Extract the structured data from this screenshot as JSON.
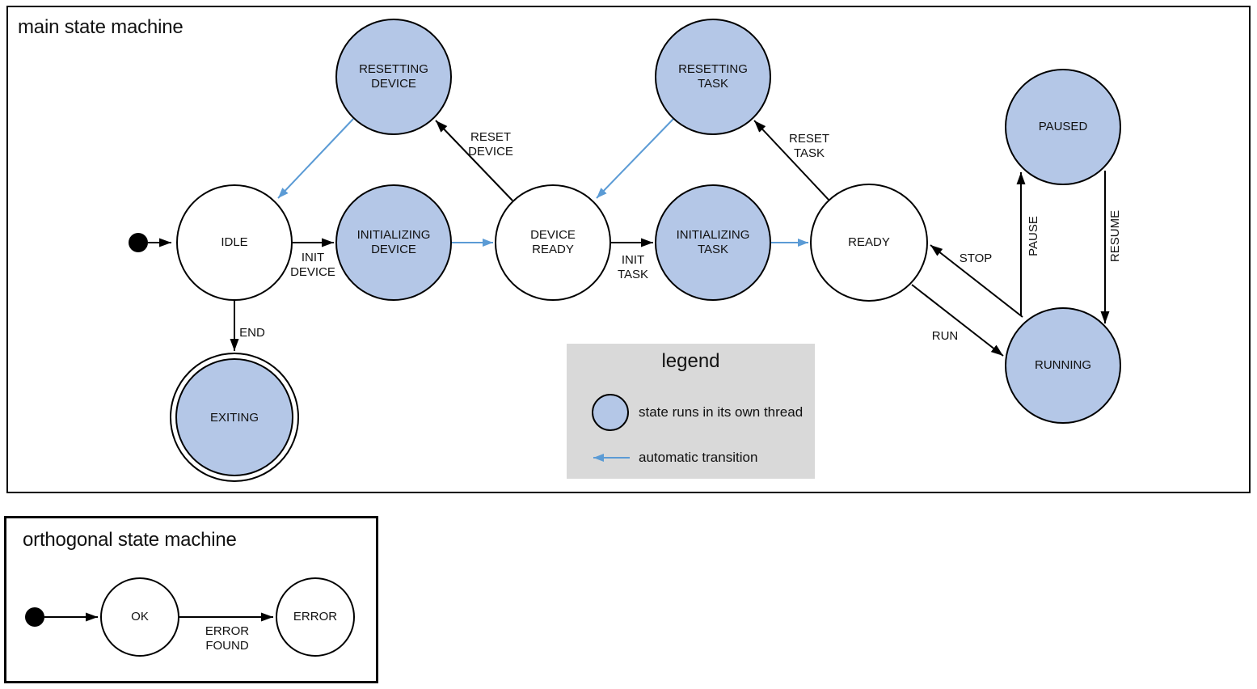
{
  "main_machine": {
    "title": "main state machine",
    "states": {
      "idle": "IDLE",
      "resetting_device": "RESETTING\nDEVICE",
      "initializing_device": "INITIALIZING\nDEVICE",
      "device_ready": "DEVICE\nREADY",
      "resetting_task": "RESETTING\nTASK",
      "initializing_task": "INITIALIZING\nTASK",
      "ready": "READY",
      "paused": "PAUSED",
      "running": "RUNNING",
      "exiting": "EXITING"
    },
    "transitions": {
      "init_device": "INIT\nDEVICE",
      "reset_device": "RESET\nDEVICE",
      "init_task": "INIT\nTASK",
      "reset_task": "RESET\nTASK",
      "end": "END",
      "run": "RUN",
      "stop": "STOP",
      "pause": "PAUSE",
      "resume": "RESUME"
    }
  },
  "legend": {
    "title": "legend",
    "thread_item": "state runs in its own thread",
    "auto_item": "automatic transition"
  },
  "ortho_machine": {
    "title": "orthogonal state machine",
    "states": {
      "ok": "OK",
      "error": "ERROR"
    },
    "transitions": {
      "error_found": "ERROR\nFOUND"
    }
  },
  "colors": {
    "thread_fill": "#b4c7e7",
    "auto_arrow": "#5b9bd5",
    "legend_bg": "#d9d9d9",
    "outline": "#000000"
  }
}
